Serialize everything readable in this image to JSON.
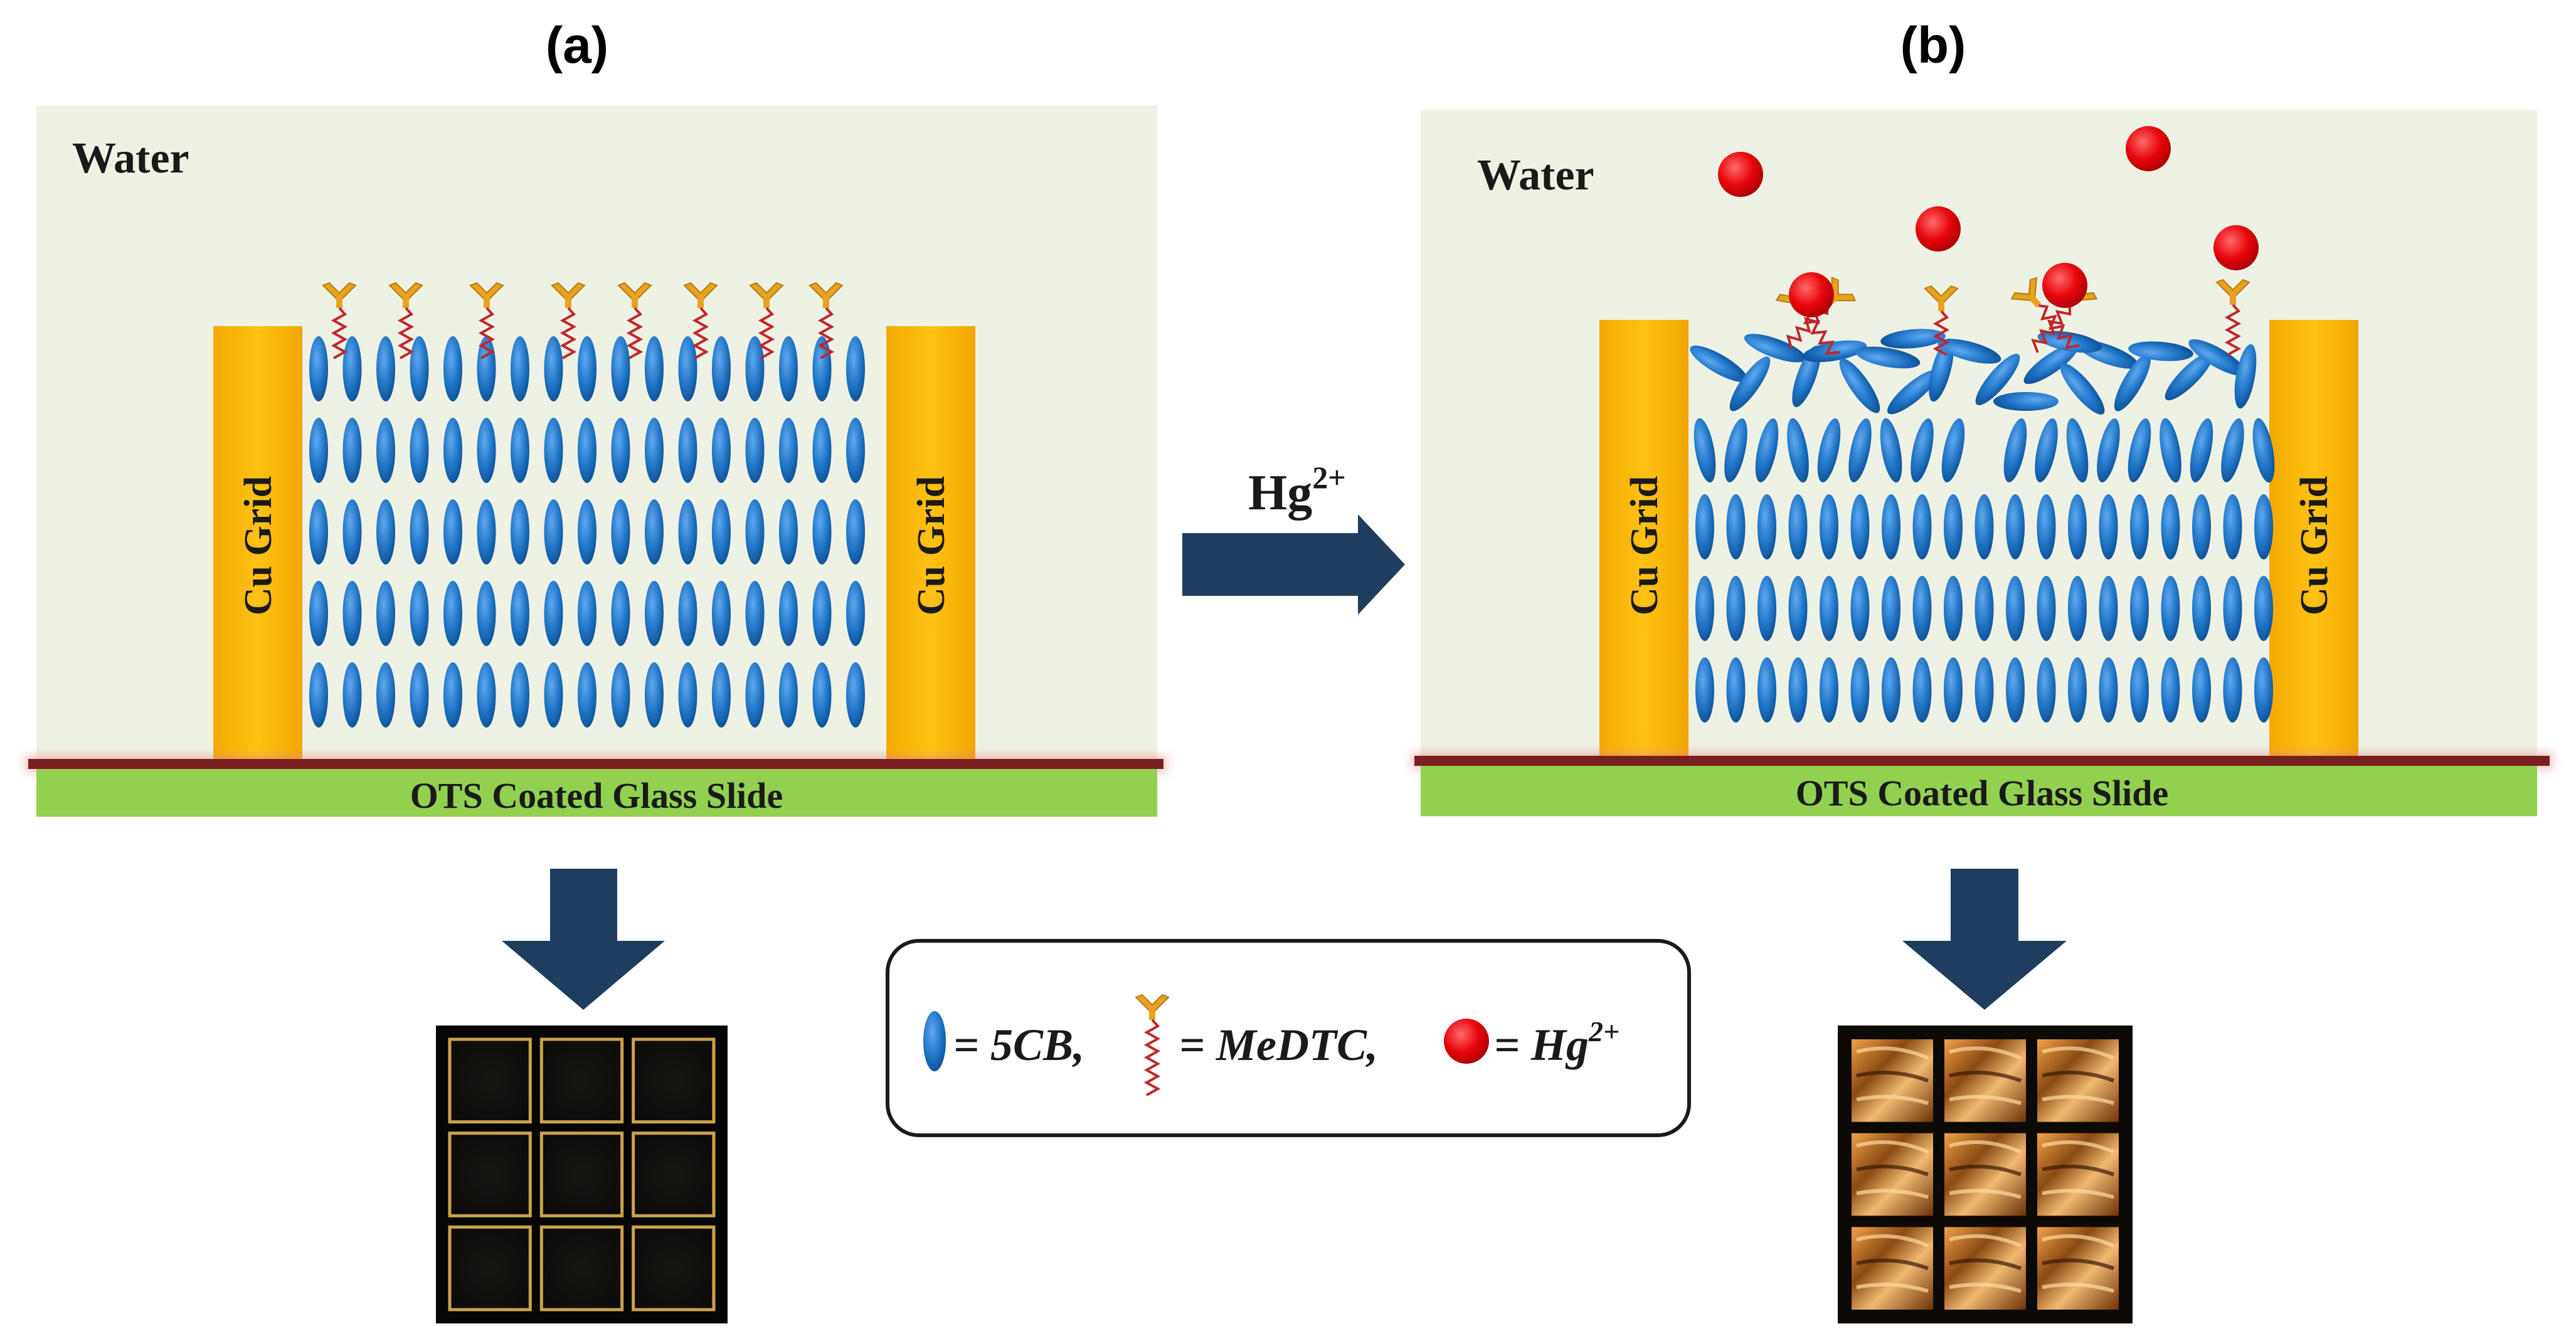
{
  "panels": [
    {
      "label": "(a)",
      "medium": "Water",
      "left_electrode": "Cu Grid",
      "right_electrode": "Cu Grid",
      "substrate": "OTS Coated Glass Slide",
      "state": "ordered",
      "micrograph": "dark"
    },
    {
      "label": "(b)",
      "medium": "Water",
      "left_electrode": "Cu Grid",
      "right_electrode": "Cu Grid",
      "substrate": "OTS Coated Glass Slide",
      "state": "disrupted",
      "micrograph": "bright"
    }
  ],
  "transition": {
    "label": "Hg",
    "superscript": "2+"
  },
  "legend": {
    "lc_label": "= 5CB,",
    "ligand_label": "= MeDTC,",
    "ion_label": "= Hg",
    "ion_superscript": "2+"
  },
  "colors": {
    "water": "#eef2e4",
    "cu_grid": "#f8b800",
    "lc_molecule": "#1f74c6",
    "ligand_head": "#e7a21f",
    "ligand_tail": "#c0262a",
    "ion": "#e8060b",
    "substrate": "#92d050",
    "interface_line": "#7a1f1f",
    "arrow": "#1f3e5f"
  }
}
